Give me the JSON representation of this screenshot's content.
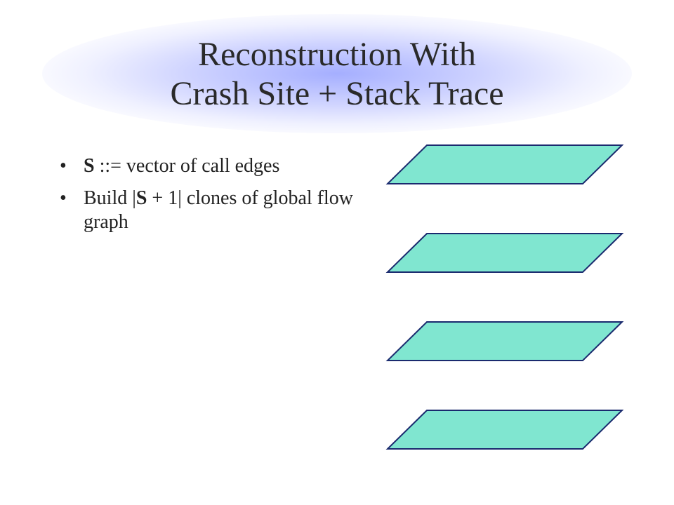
{
  "slide": {
    "title_line1": "Reconstruction With",
    "title_line2": "Crash Site + Stack Trace",
    "bullets": [
      {
        "bullet": "•",
        "bold": "S",
        "text": " ::= vector of call edges"
      },
      {
        "bullet": "•",
        "pre": "Build |",
        "bold": "S",
        "post": " + 1| clones of global flow graph"
      }
    ]
  },
  "diagram": {
    "plane_count": 4,
    "plane_fill": "#80e6d0",
    "plane_stroke": "#1a2a6e"
  },
  "colors": {
    "title_glow": "#a0aaff",
    "text": "#222222"
  }
}
